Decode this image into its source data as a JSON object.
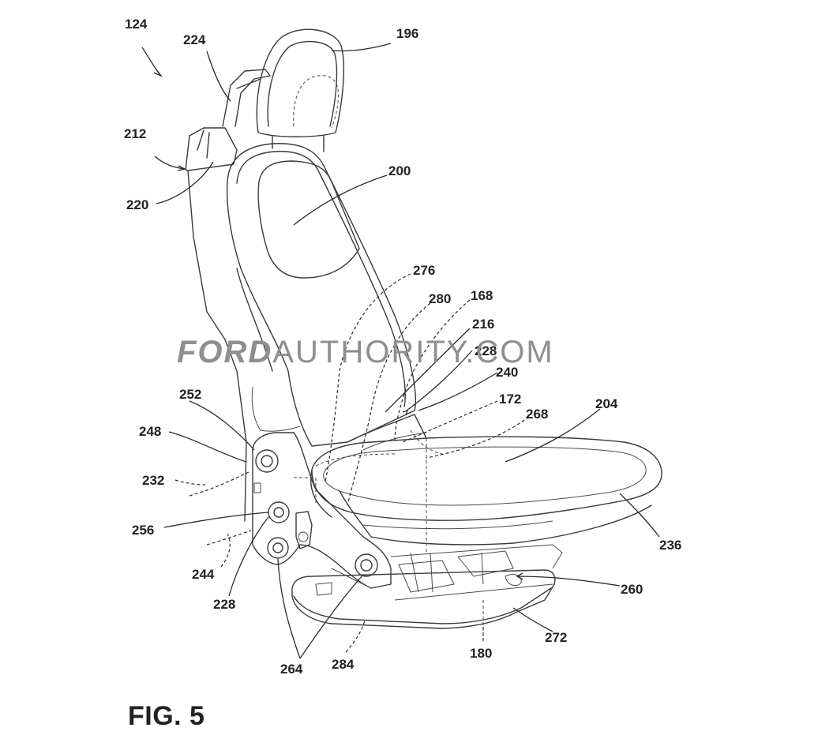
{
  "figure": {
    "title": "FIG. 5",
    "watermark_brand": "FORD",
    "watermark_site": "AUTHORITY.COM",
    "labels": {
      "r124": "124",
      "r224": "224",
      "r196": "196",
      "r212": "212",
      "r200": "200",
      "r220": "220",
      "r276": "276",
      "r280": "280",
      "r168": "168",
      "r216": "216",
      "r228a": "228",
      "r240": "240",
      "r172": "172",
      "r252": "252",
      "r268": "268",
      "r204": "204",
      "r248": "248",
      "r232": "232",
      "r256": "256",
      "r236": "236",
      "r244": "244",
      "r260": "260",
      "r228b": "228",
      "r272": "272",
      "r180": "180",
      "r264": "264",
      "r284": "284"
    }
  }
}
